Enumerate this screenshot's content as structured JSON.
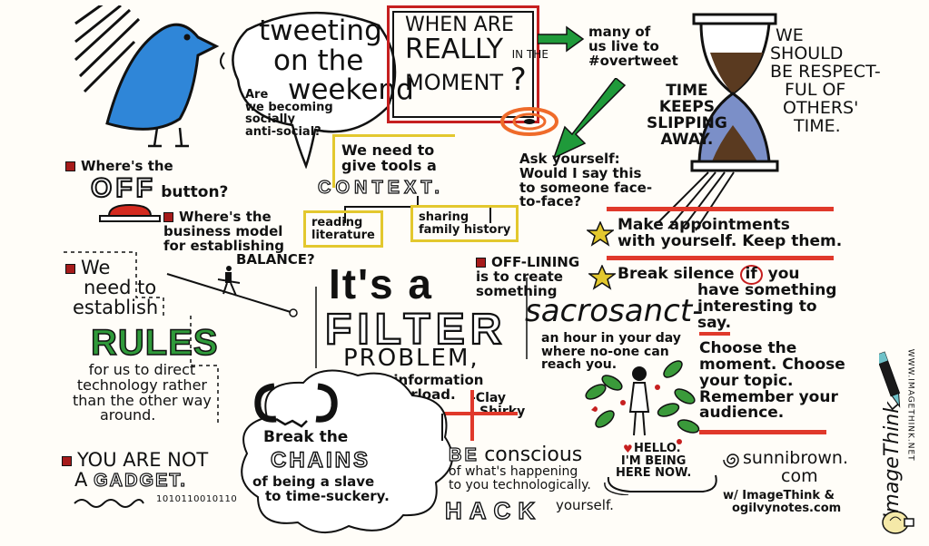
{
  "colors": {
    "bird": "#2f86d8",
    "accent_red": "#e0392b",
    "box_yellow": "#e3c82e",
    "leaf_green": "#3a9a3a",
    "arrow_green": "#1f9a3a",
    "ink": "#111111",
    "orange": "#ef6b2a",
    "sand": "#5a3a20"
  },
  "bird": {
    "bubble": {
      "line1": "tweeting",
      "line2": "on the",
      "line3": "weekend",
      "q1": "Are",
      "q2": "we becoming",
      "q3": "socially",
      "q4": "anti-social?"
    }
  },
  "moment": {
    "l1": "WHEN ARE",
    "l2": "REALLY",
    "l2b": "IN THE",
    "l3": "MOMENT",
    "q": "?"
  },
  "overtweet": {
    "l1": "many of",
    "l2": "us live to",
    "l3": "#overtweet"
  },
  "ask": {
    "l1": "Ask yourself:",
    "l2": "Would I say this",
    "l3": "to someone face-",
    "l4": "to-face?"
  },
  "time": {
    "slip1": "TIME",
    "slip2": "KEEPS",
    "slip3": "SLIPPING",
    "slip4": "AWAY.",
    "resp1": "WE",
    "resp2": "SHOULD",
    "resp3": "BE RESPECT-",
    "resp4": "FUL OF",
    "resp5": "OTHERS'",
    "resp6": "TIME."
  },
  "off": {
    "l1": "Where's the",
    "off": "OFF",
    "l2": "button?"
  },
  "business": {
    "l1": "Where's the",
    "l2": "business model",
    "l3": "for establishing",
    "l4": "BALANCE?"
  },
  "context": {
    "l1": "We need to",
    "l2": "give tools a",
    "l3": "CONTEXT.",
    "reading1": "reading",
    "reading2": "literature",
    "sharing1": "sharing",
    "sharing2": "family history"
  },
  "filter": {
    "l1": "It's a",
    "l2": "FILTER",
    "l3": "PROBLEM,",
    "l4": "not information",
    "l5": "overload.",
    "attr1": "-Clay",
    "attr2": "Shirky"
  },
  "rules": {
    "l1": "We",
    "l2": "need to",
    "l3": "establish",
    "big": "RULES",
    "l4": "for us to direct",
    "l5": "technology rather",
    "l6": "than the other way",
    "l7": "around."
  },
  "offlining": {
    "l1": "OFF-LINING",
    "l2": "is to create",
    "l3": "something",
    "big": "sacrosanct-",
    "l4": "an hour in your day",
    "l5": "where no-one can",
    "l6": "reach you."
  },
  "appointments": {
    "l1": "Make appointments",
    "l2": "with yourself. Keep them."
  },
  "silence": {
    "l1": "Break silence",
    "if": "if",
    "l1b": "you",
    "l2": "have something",
    "l3": "interesting to",
    "l4": "say."
  },
  "moment2": {
    "l1": "Choose the",
    "l2": "moment. Choose",
    "l3": "your topic.",
    "l4": "Remember your",
    "l5": "audience."
  },
  "chains": {
    "l1": "Break the",
    "big": "CHAINS",
    "l2": "of being a slave",
    "l3": "to time-suckery."
  },
  "gadget": {
    "l1": "YOU ARE NOT",
    "l2": "A",
    "big": "GADGET.",
    "binary": "1010110010110"
  },
  "conscious": {
    "be": "BE",
    "l1": "conscious",
    "l2": "of what's happening",
    "l3": "to you technologically.",
    "hack": "HACK",
    "l4": "yourself."
  },
  "hello": {
    "l1": "HELLO.",
    "l2": "I'M BEING",
    "l3": "HERE NOW."
  },
  "credit": {
    "l1": "sunnibrown.",
    "l2": "com",
    "l3": "w/ ImageThink &",
    "l4": "ogilvynotes.com",
    "brand": "ImageThink",
    "url": "WWW.IMAGETHINK.NET"
  }
}
